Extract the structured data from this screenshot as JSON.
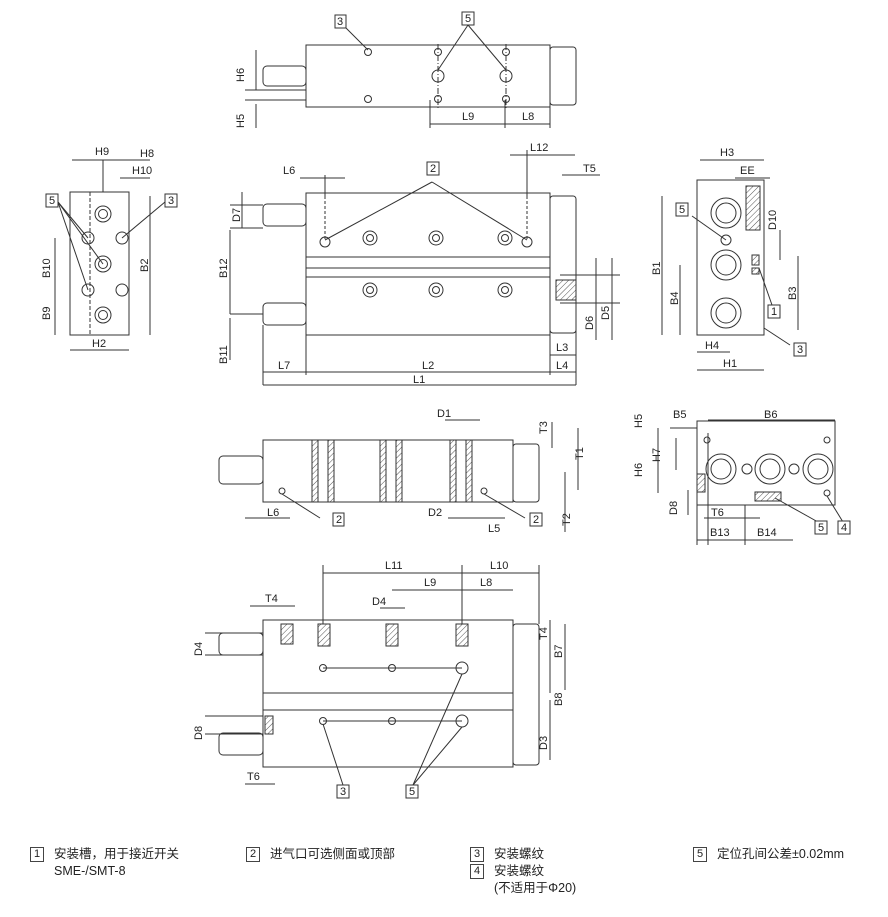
{
  "labels": {
    "top": {
      "ref3": "3",
      "ref5": "5",
      "H6": "H6",
      "H5": "H5",
      "L9": "L9",
      "L8": "L8"
    },
    "left": {
      "H9": "H9",
      "H8": "H8",
      "H10": "H10",
      "ref5": "5",
      "ref3": "3",
      "B10": "B10",
      "B2": "B2",
      "B9": "B9",
      "H2": "H2"
    },
    "front": {
      "L6": "L6",
      "ref2": "2",
      "L12": "L12",
      "T5": "T5",
      "D7": "D7",
      "B12": "B12",
      "B11": "B11",
      "D6": "D6",
      "D5": "D5",
      "L3": "L3",
      "L4": "L4",
      "L7": "L7",
      "L2": "L2",
      "L1": "L1"
    },
    "right": {
      "H3": "H3",
      "EE": "EE",
      "ref5": "5",
      "D10": "D10",
      "B1": "B1",
      "B4": "B4",
      "B3": "B3",
      "ref1": "1",
      "ref3": "3",
      "H4": "H4",
      "H1": "H1"
    },
    "section": {
      "D1": "D1",
      "T3": "T3",
      "T1": "T1",
      "L6": "L6",
      "ref2a": "2",
      "D2": "D2",
      "L5": "L5",
      "ref2b": "2",
      "T2": "T2"
    },
    "endview": {
      "H5": "H5",
      "B5": "B5",
      "B6": "B6",
      "H7": "H7",
      "H6": "H6",
      "D8": "D8",
      "T6": "T6",
      "B13": "B13",
      "B14": "B14",
      "ref5": "5",
      "ref4": "4"
    },
    "bottom": {
      "L11": "L11",
      "L10": "L10",
      "L9": "L9",
      "L8": "L8",
      "T4a": "T4",
      "D4a": "D4",
      "D4b": "D4",
      "T4b": "T4",
      "B7": "B7",
      "B8": "B8",
      "D8": "D8",
      "D3": "D3",
      "T6": "T6",
      "ref3": "3",
      "ref5": "5"
    }
  },
  "legend": [
    {
      "num": "1",
      "lines": [
        "安装槽，用于接近开关",
        "SME-/SMT-8"
      ]
    },
    {
      "num": "2",
      "lines": [
        "进气口可选侧面或顶部"
      ]
    },
    {
      "num": "3",
      "lines": [
        "安装螺纹"
      ]
    },
    {
      "num": "4",
      "lines": [
        "安装螺纹",
        "(不适用于Φ20)"
      ]
    },
    {
      "num": "5",
      "lines": [
        "定位孔间公差±0.02mm"
      ]
    }
  ]
}
